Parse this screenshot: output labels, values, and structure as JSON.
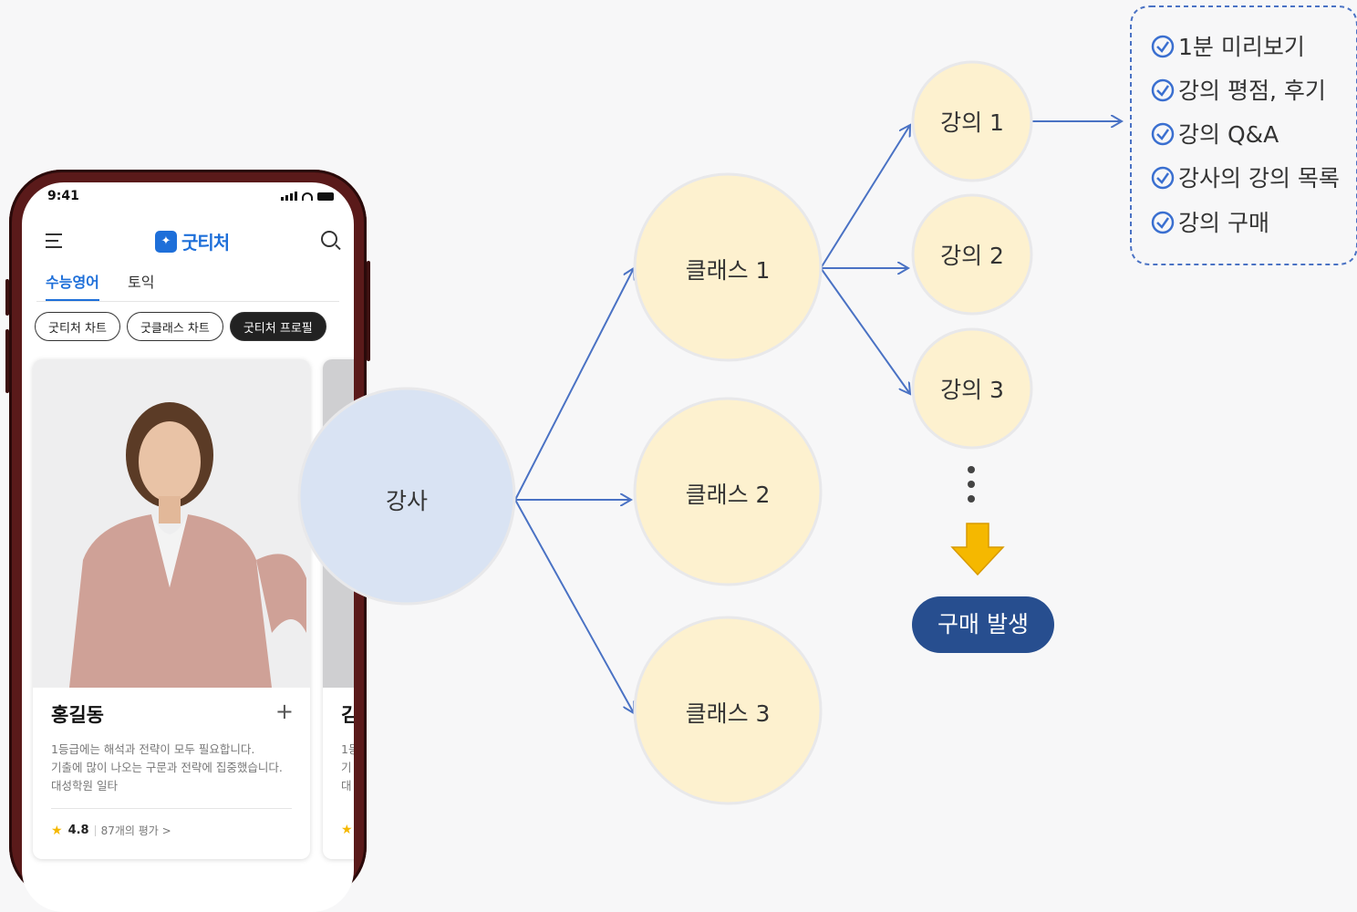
{
  "phone": {
    "time": "9:41",
    "logo_text": "굿티처",
    "tabs": [
      "수능영어",
      "토익"
    ],
    "chips": [
      "굿티처 차트",
      "굿클래스 차트",
      "굿티처 프로필"
    ],
    "card": {
      "name": "홍길동",
      "plus": "+",
      "desc": [
        "1등급에는 해석과 전략이 모두 필요합니다.",
        "기출에 많이 나오는 구문과 전략에 집중했습니다.",
        "대성학원 일타"
      ],
      "score": "4.8",
      "reviews": "87개의 평가 >"
    },
    "card2": {
      "name": "김",
      "desc": [
        "1등",
        "기",
        "대"
      ]
    }
  },
  "diagram": {
    "teacher": "강사",
    "classes": [
      "클래스 1",
      "클래스 2",
      "클래스 3"
    ],
    "lectures": [
      "강의 1",
      "강의 2",
      "강의 3"
    ],
    "checklist": [
      "1분 미리보기",
      "강의 평점, 후기",
      "강의 Q&A",
      "강사의 강의 목록",
      "강의 구매"
    ],
    "purchase": "구매 발생"
  },
  "colors": {
    "teacher_fill": "#d9e3f3",
    "node_fill": "#fdf1cf",
    "arrow": "#4a72c4",
    "down_arrow": "#f5b800",
    "purchase_fill": "#274e8f"
  }
}
